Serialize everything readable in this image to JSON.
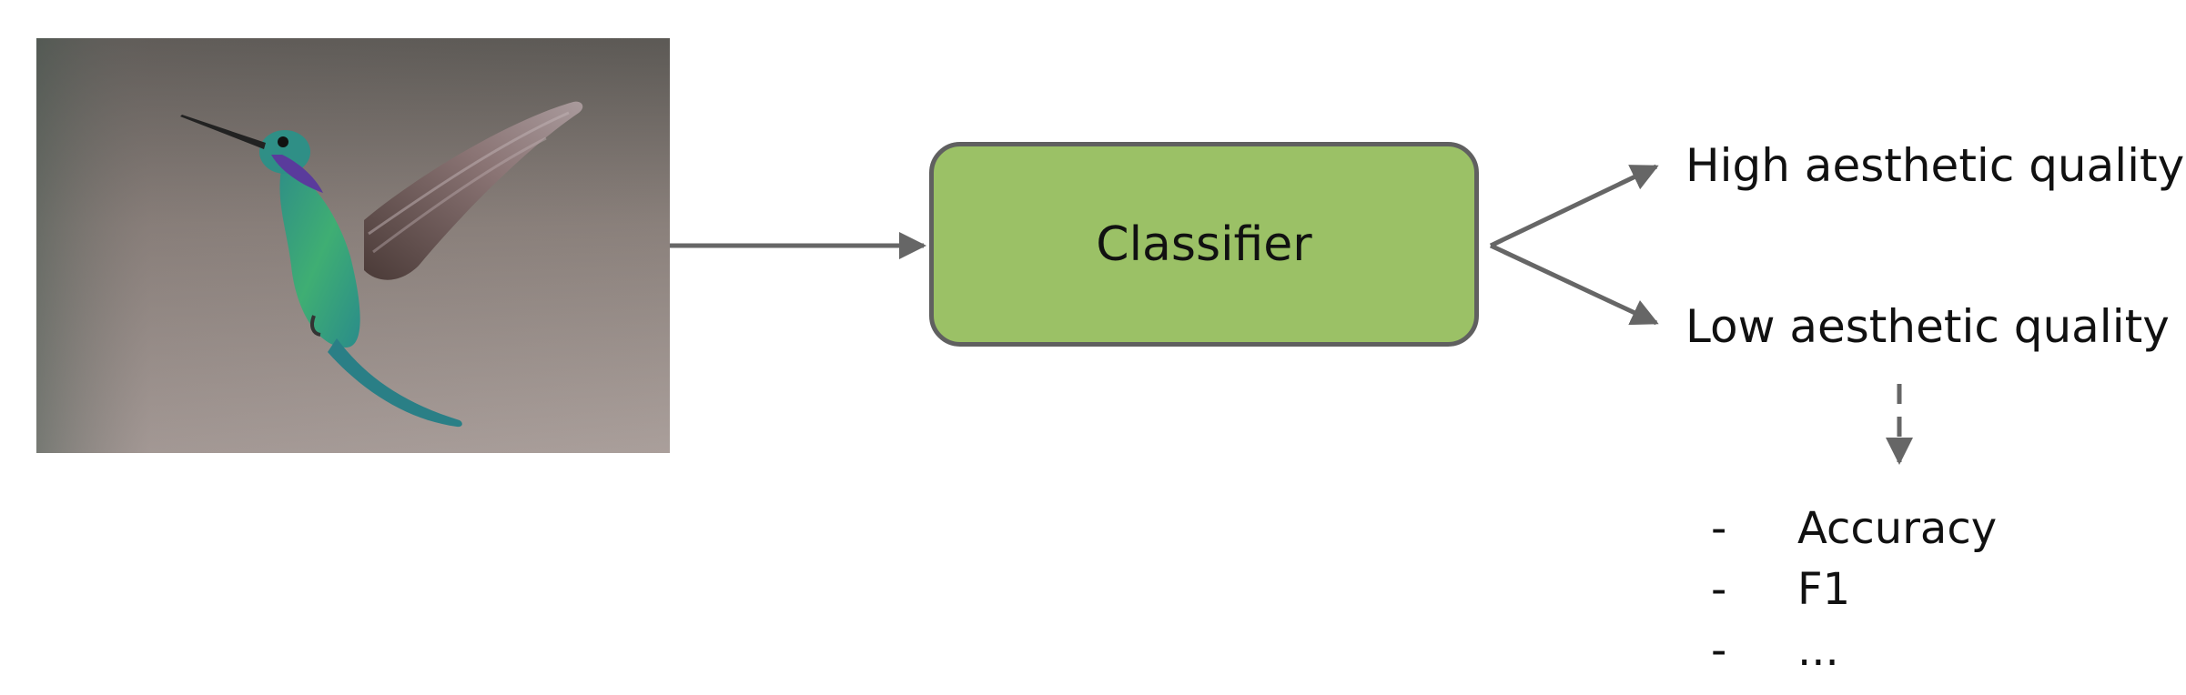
{
  "image": {
    "subject": "hummingbird-photo"
  },
  "classifier": {
    "label": "Classifier",
    "fill_color": "#9bc166",
    "border_color": "#606060"
  },
  "outputs": {
    "high": "High aesthetic quality",
    "low": "Low aesthetic quality"
  },
  "metrics": {
    "items": [
      {
        "bullet": "-",
        "label": "Accuracy"
      },
      {
        "bullet": "-",
        "label": "F1"
      },
      {
        "bullet": "-",
        "label": "..."
      }
    ]
  },
  "colors": {
    "arrow": "#666666",
    "text": "#111111"
  }
}
